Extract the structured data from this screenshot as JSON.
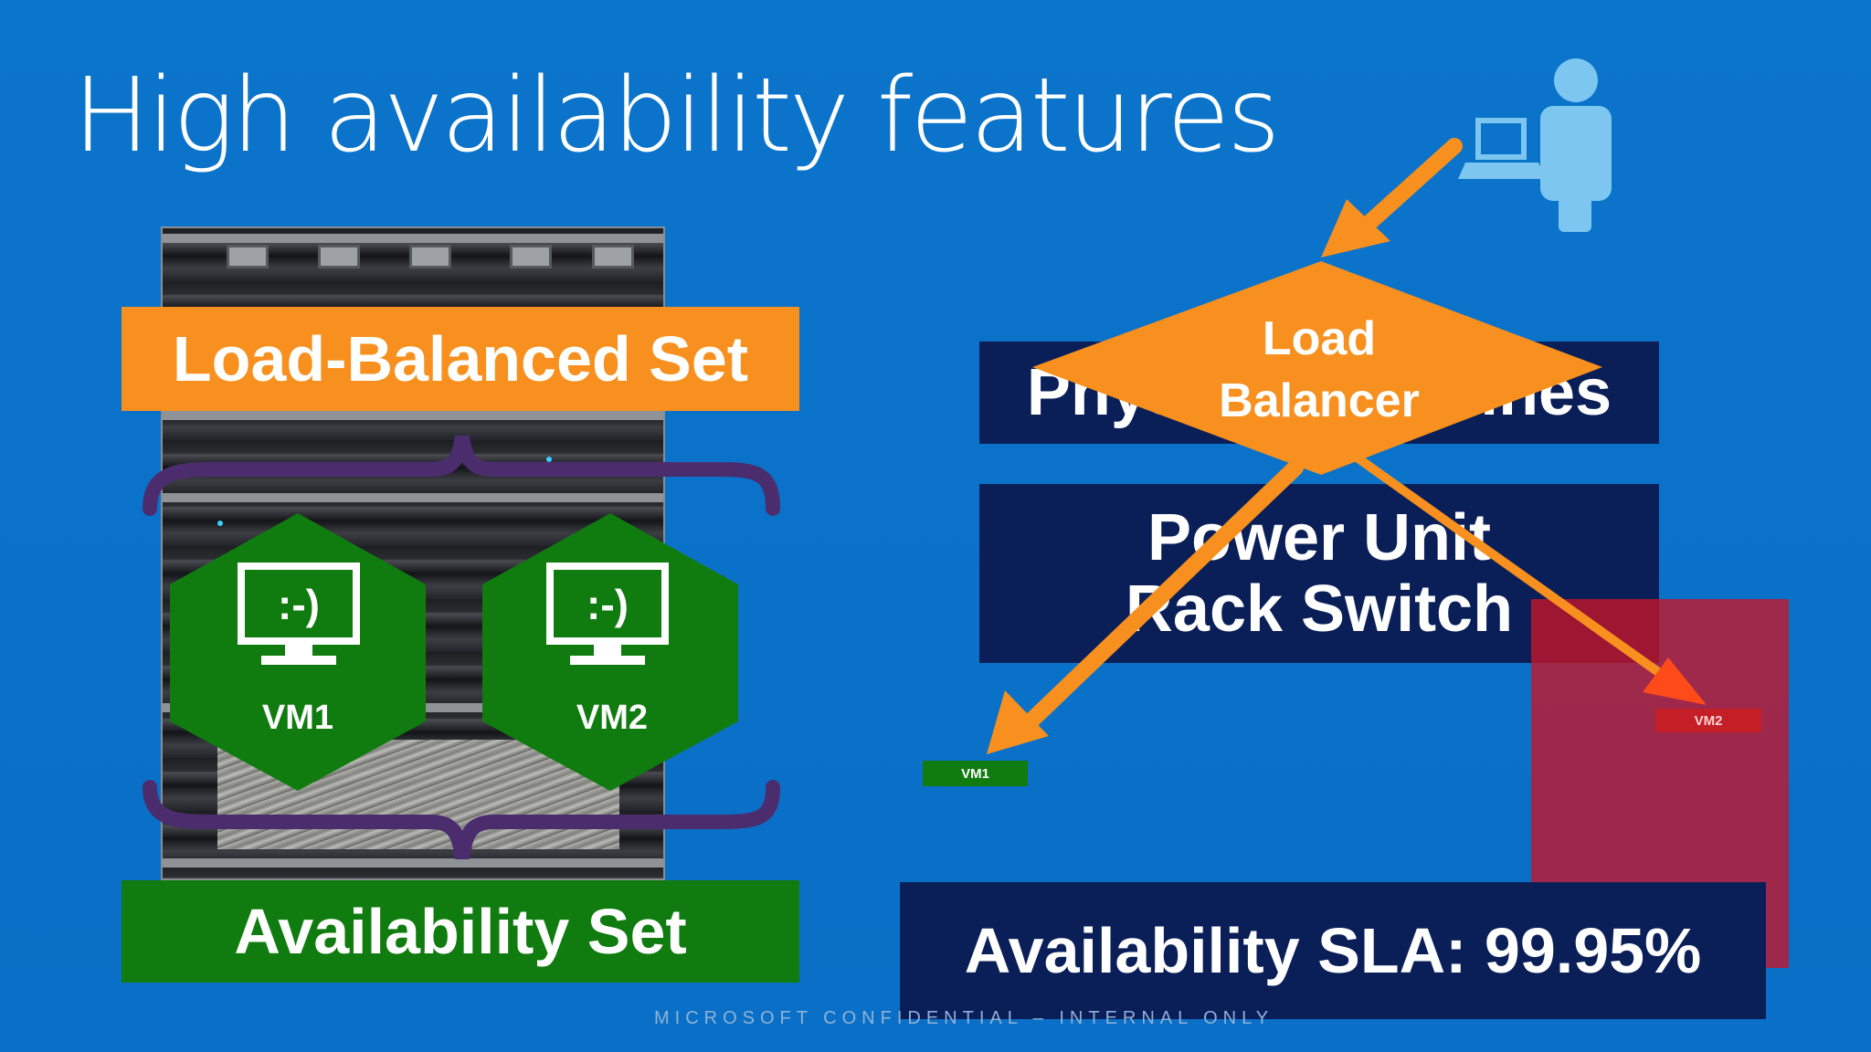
{
  "slide": {
    "title": "High availability features",
    "footer": "MICROSOFT CONFIDENTIAL – INTERNAL ONLY"
  },
  "left": {
    "load_balanced_set_label": "Load-Balanced Set",
    "availability_set_label": "Availability Set",
    "vms": [
      {
        "name": "VM1",
        "screen_text": ":-)"
      },
      {
        "name": "VM2",
        "screen_text": ":-)"
      }
    ]
  },
  "right": {
    "load_balancer": {
      "line1": "Load",
      "line2": "Balancer"
    },
    "physical_machines_label": "Physical Machines",
    "power_unit_label": "Power Unit",
    "rack_switch_label": "Rack Switch",
    "vm1_tag": "VM1",
    "vm2_tag": "VM2",
    "sla_label": "Availability SLA: 99.95%"
  },
  "colors": {
    "background": "#0a72c8",
    "orange": "#f7901e",
    "green": "#107c10",
    "navy": "#0a1f58",
    "purple_brace": "#4b2d6e",
    "red_fault": "#c8142b",
    "user_icon": "#7cc6f0"
  }
}
